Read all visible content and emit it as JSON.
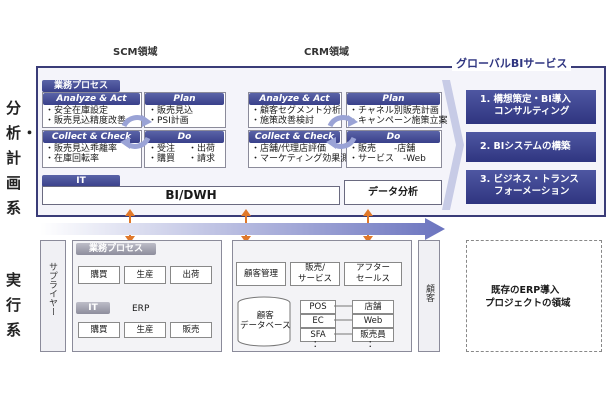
{
  "headers": {
    "scm": "SCM領域",
    "crm": "CRM領域",
    "global_bi": "グローバルBIサービス"
  },
  "rows": {
    "analysis": "分析・計画系",
    "execution": "実行系"
  },
  "analysis": {
    "business_process": "業務プロセス",
    "scm": {
      "analyze_act": "Analyze & Act",
      "analyze_items": [
        "・安全在庫設定",
        "・販売見込精度改善"
      ],
      "plan": "Plan",
      "plan_items": [
        "・販売見込",
        "・PSI計画"
      ],
      "collect_check": "Collect & Check",
      "collect_items": [
        "・販売見込乖離率",
        "・在庫回転率"
      ],
      "do": "Do",
      "do_items_left": [
        "・受注",
        "・購買"
      ],
      "do_items_right": [
        "・出荷",
        "・請求"
      ]
    },
    "crm": {
      "analyze_act": "Analyze & Act",
      "analyze_items": [
        "・顧客セグメント分析",
        "・施策改善検討"
      ],
      "plan": "Plan",
      "plan_items": [
        "・チャネル別販売計画",
        "・キャンペーン施策立案"
      ],
      "collect_check": "Collect & Check",
      "collect_items": [
        "・店舗/代理店評価",
        "・マーケティング効果測定"
      ],
      "do": "Do",
      "do_items": [
        "・販売　　-店舗",
        "・サービス　-Web"
      ]
    },
    "it": "IT",
    "bi_dwh": "BI/DWH",
    "data_analysis": "データ分析"
  },
  "services": [
    {
      "num": "1.",
      "lines": [
        "構想策定・BI導入",
        "コンサルティング"
      ]
    },
    {
      "num": "2.",
      "lines": [
        "BIシステムの構築"
      ]
    },
    {
      "num": "3.",
      "lines": [
        "ビジネス・トランス",
        "フォーメーション"
      ]
    }
  ],
  "execution": {
    "supplier": "サプライヤー",
    "business_process": "業務プロセス",
    "scm_flow": [
      "購買",
      "生産",
      "出荷"
    ],
    "it": "IT",
    "erp": "ERP",
    "erp_cells": [
      "購買",
      "生産",
      "販売"
    ],
    "crm_flow": [
      "顧客管理",
      "販売/\nサービス",
      "アフター\nセールス"
    ],
    "customer_db": "顧客\nデータベース",
    "channels_left": [
      "POS",
      "EC",
      "SFA"
    ],
    "channels_right": [
      "店舗",
      "Web",
      "販売員"
    ],
    "dots": "：",
    "customer": "顧客",
    "erp_note": [
      "既存のERP導入",
      "プロジェクトの領域"
    ]
  }
}
